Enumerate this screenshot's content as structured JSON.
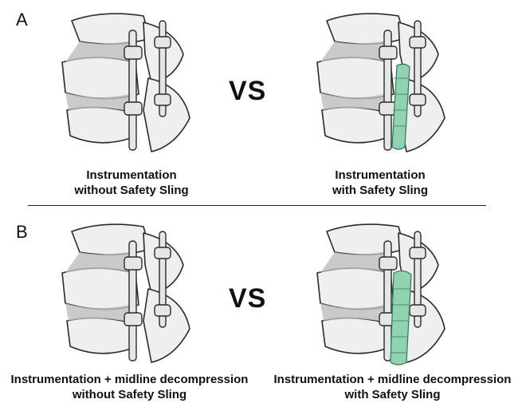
{
  "panel_a": {
    "letter": "A",
    "vs": "VS",
    "left_caption": [
      "Instrumentation",
      "without Safety Sling"
    ],
    "right_caption": [
      "Instrumentation",
      "with Safety Sling"
    ]
  },
  "panel_b": {
    "letter": "B",
    "vs": "VS",
    "left_caption": [
      "Instrumentation + midline decompression",
      "without Safety Sling"
    ],
    "right_caption": [
      "Instrumentation + midline decompression",
      "with Safety Sling"
    ]
  },
  "colors": {
    "bone_fill": "#efefef",
    "bone_shade": "#bdbdbd",
    "outline": "#2a2a2a",
    "sling": "#8fd3b0"
  }
}
